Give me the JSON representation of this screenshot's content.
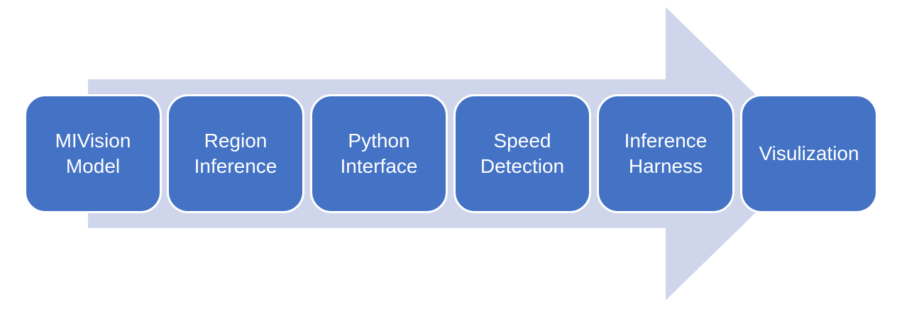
{
  "diagram": {
    "colors": {
      "arrow": "#cfd5ea",
      "box_fill": "#4472c4",
      "box_border": "#ffffff",
      "text": "#ffffff"
    },
    "steps": [
      {
        "label": "MIVision\nModel"
      },
      {
        "label": "Region\nInference"
      },
      {
        "label": "Python\nInterface"
      },
      {
        "label": "Speed\nDetection"
      },
      {
        "label": "Inference\nHarness"
      },
      {
        "label": "Visulization"
      }
    ]
  }
}
